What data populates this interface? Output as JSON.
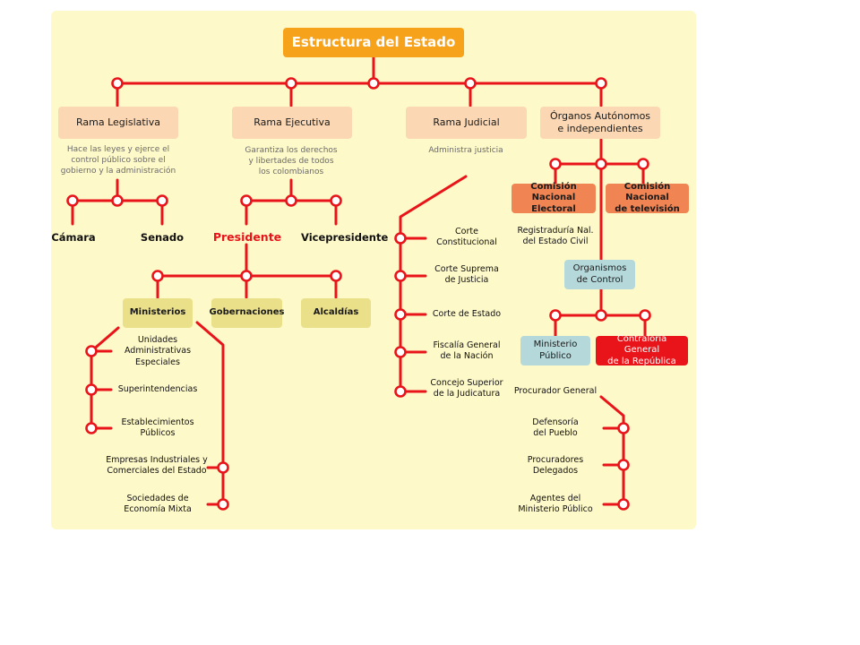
{
  "title": "Estructura del Estado",
  "branches": {
    "legislativa": {
      "name": "Rama Legislativa",
      "description": "Hace las leyes y ejerce el\ncontrol público sobre el\ngobierno y la administración",
      "children": [
        "Cámara",
        "Senado"
      ]
    },
    "ejecutiva": {
      "name": "Rama Ejecutiva",
      "description": "Garantiza los derechos\ny libertades de todos\nlos colombianos",
      "president": "Presidente",
      "vice": "Vicepresidente",
      "offices": [
        "Ministerios",
        "Gobernaciones",
        "Alcaldías"
      ],
      "ministry_units": [
        "Unidades\nAdministrativas\nEspeciales",
        "Superintendencias",
        "Establecimientos\nPúblicos",
        "Empresas Industriales y\nComerciales del Estado",
        "Sociedades de\nEconomía Mixta"
      ]
    },
    "judicial": {
      "name": "Rama Judicial",
      "description": "Administra justicia",
      "courts": [
        "Corte\nConstitucional",
        "Corte Suprema\nde Justicia",
        "Corte de Estado",
        "Fiscalía General\nde la Nación",
        "Concejo Superior\nde la Judicatura"
      ]
    },
    "autonomos": {
      "name": "Órganos Autónomos\ne independientes",
      "cne": "Comisión Nacional\nElectoral",
      "cntv": "Comisión Nacional\nde televisión",
      "registraduria": "Registraduría Nal.\ndel Estado Civil",
      "control": "Organismos\nde Control",
      "ministerio_publico": "Ministerio\nPúblico",
      "contraloria": "Contraloría General\nde la República",
      "procurador": "Procurador General",
      "procurador_units": [
        "Defensoría\ndel Pueblo",
        "Procuradores\nDelegados",
        "Agentes del\nMinisterio Público"
      ]
    }
  },
  "colors": {
    "line": "#e8141a",
    "panel": "#fef9c8",
    "title_box": "#f7a21b",
    "branch_box": "#fbd7b3",
    "commission_box": "#f08452",
    "control_box": "#b5d9db",
    "contraloria_box": "#e8141a",
    "office_box": "#ebe08a"
  }
}
